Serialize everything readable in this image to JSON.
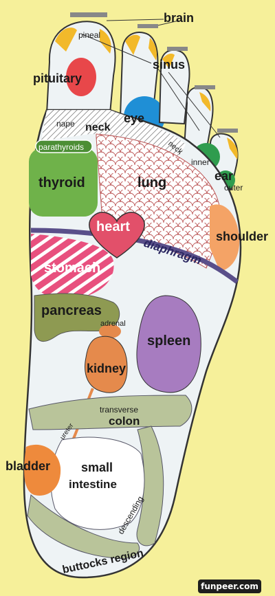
{
  "labels": {
    "brain": "brain",
    "pineal": "pineal",
    "sinus": "sinus",
    "pituitary": "pituitary",
    "eye": "eye",
    "nape": "nape",
    "neck": "neck",
    "neck_small": "neck",
    "parathyroids": "parathyroids",
    "inner": "inner",
    "ear": "ear",
    "outer": "outer",
    "thyroid": "thyroid",
    "lung": "lung",
    "heart": "heart",
    "shoulder": "shoulder",
    "diaphragm": "diaphragm",
    "stomach": "stomach",
    "pancreas": "pancreas",
    "adrenal": "adrenal",
    "spleen": "spleen",
    "kidney": "kidney",
    "ureter": "ureter",
    "transverse": "transverse",
    "colon": "colon",
    "bladder": "bladder",
    "small": "small",
    "intestine": "intestine",
    "descending": "descending",
    "buttocks_region": "buttocks region"
  },
  "watermark": "funpeer.com",
  "colors": {
    "background": "#f6f09a",
    "foot": "#eef3f5",
    "toe_yellow": "#f2b92a",
    "pituitary_red": "#e8474a",
    "eye_blue": "#1f8fd6",
    "ear_green": "#2f9c4e",
    "thyroid_green": "#6fb24a",
    "heart_red": "#e2506a",
    "shoulder_orange": "#f4a366",
    "diaphragm_purple": "#5a4f8a",
    "stomach_pink": "#e8507e",
    "pancreas_olive": "#8e9a52",
    "spleen_purple": "#a77cc0",
    "kidney_orange": "#e58a4c",
    "bladder_orange": "#ee8a3c"
  }
}
